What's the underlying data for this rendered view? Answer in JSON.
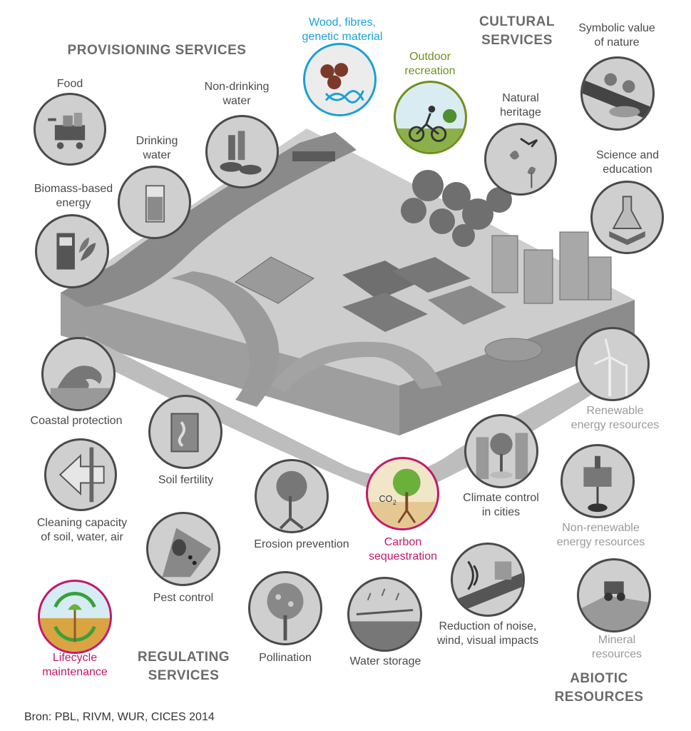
{
  "colors": {
    "ground": "#c9c9c9",
    "water": "#8a8a8a",
    "dark": "#4a4a4a",
    "blue": "#1aa0d8",
    "olive": "#6f8f1f",
    "magenta": "#c2196b",
    "light_text": "#9a9a9a"
  },
  "headings": {
    "provisioning": "PROVISIONING SERVICES",
    "cultural": "CULTURAL\nSERVICES",
    "regulating": "REGULATING\nSERVICES",
    "abiotic": "ABIOTIC\nRESOURCES"
  },
  "provisioning": {
    "food": "Food",
    "drinking_water": "Drinking\nwater",
    "non_drinking_water": "Non-drinking\nwater",
    "biomass": "Biomass-based\nenergy",
    "wood": "Wood, fibres,\ngenetic material"
  },
  "cultural": {
    "outdoor": "Outdoor\nrecreation",
    "heritage": "Natural\nheritage",
    "symbolic": "Symbolic value\nof nature",
    "science": "Science and\neducation"
  },
  "regulating": {
    "coastal": "Coastal protection",
    "soil": "Soil fertility",
    "cleaning": "Cleaning capacity\nof soil, water, air",
    "erosion": "Erosion prevention",
    "carbon": "Carbon\nsequestration",
    "climate": "Climate control\nin cities",
    "pest": "Pest control",
    "pollination": "Pollination",
    "water_storage": "Water storage",
    "noise": "Reduction of noise,\nwind, visual impacts",
    "lifecycle": "Lifecycle\nmaintenance"
  },
  "abiotic": {
    "renewable": "Renewable\nenergy resources",
    "non_renewable": "Non-renewable\nenergy resources",
    "mineral": "Mineral\nresources"
  },
  "co2_label": "CO",
  "co2_sub": "2",
  "source": "Bron: PBL, RIVM, WUR, CICES 2014"
}
